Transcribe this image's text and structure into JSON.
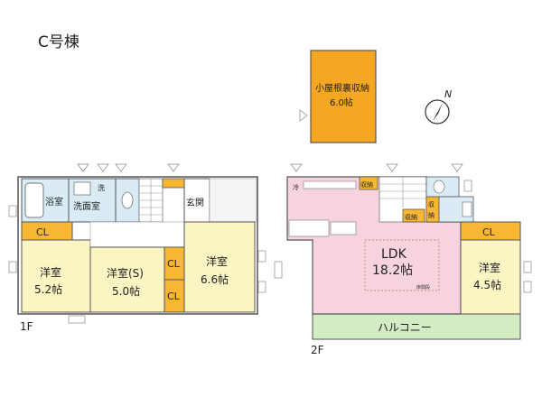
{
  "title": "C号棟",
  "floors": {
    "f1": {
      "label": "1F",
      "rooms": {
        "bath": "浴室",
        "wash_icon": "洗",
        "washroom": "洗面室",
        "entrance": "玄関",
        "cl_left": "CL",
        "cl_mid_top": "CL",
        "cl_mid_bottom": "CL",
        "room1_name": "洋室",
        "room1_size": "5.2帖",
        "room2_name": "洋室(S)",
        "room2_size": "5.0帖",
        "room3_name": "洋室",
        "room3_size": "6.6帖"
      }
    },
    "f2": {
      "label": "2F",
      "rooms": {
        "attic_name": "小屋根裏収納",
        "attic_size": "6.0帖",
        "storage1": "収納",
        "storage2": "収納",
        "storage3": "収",
        "storage4": "納",
        "ref": "冷",
        "ldk_name": "LDK",
        "ldk_size": "18.2帖",
        "ceiling_note": "床間段",
        "cl_right": "CL",
        "room4_name": "洋室",
        "room4_size": "4.5帖",
        "balcony": "ハルコニー"
      }
    }
  },
  "compass": {
    "label": "N"
  },
  "colors": {
    "room_yellow": "#fbf5c4",
    "wet_blue": "#d9ecf6",
    "closet_orange": "#f7b733",
    "attic_orange": "#f5a623",
    "ldk_pink": "#f6d3dd",
    "balcony_green": "#d4ecc4",
    "wall": "#555555"
  }
}
